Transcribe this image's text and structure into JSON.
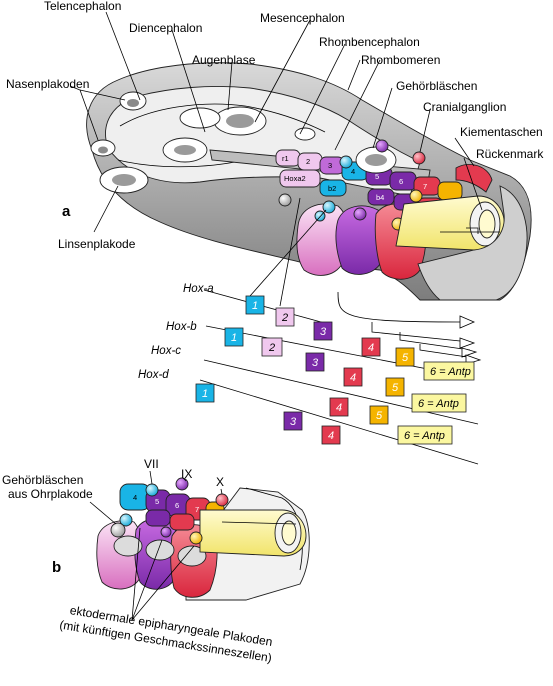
{
  "labels": {
    "telencephalon": "Telencephalon",
    "diencephalon": "Diencephalon",
    "mesencephalon": "Mesencephalon",
    "rhombencephalon": "Rhombencephalon",
    "augenblase": "Augenblase",
    "rhombomeren": "Rhombomeren",
    "nasenplakoden": "Nasenplakoden",
    "gehoerblaeschen": "Gehörbläschen",
    "cranialganglion": "Cranialganglion",
    "kiementaschen": "Kiementaschen",
    "rueckenmark": "Rückenmark",
    "linsenplakode": "Linsenplakode",
    "gehoer_ohr_1": "Gehörbläschen",
    "gehoer_ohr_2": "aus Ohrplakode",
    "ekto_1": "ektodermale epipharyngeale Plakoden",
    "ekto_2": "(mit künftigen Geschmackssinneszellen)",
    "nerve_vii": "VII",
    "nerve_ix": "IX",
    "nerve_x": "X",
    "hoxa2": "Hoxa2"
  },
  "panels": {
    "a": "a",
    "b": "b"
  },
  "rhombomere_labels": [
    "r1",
    "2",
    "3",
    "4",
    "5",
    "6",
    "7",
    "b2",
    "b4"
  ],
  "hox": {
    "rows": [
      {
        "name": "Hox-a",
        "boxes": [
          {
            "text": "1",
            "color": "#19b4e6"
          },
          {
            "text": "2",
            "color": "#f0c8ee"
          }
        ]
      },
      {
        "name": "Hox-b",
        "boxes": [
          {
            "text": "1",
            "color": "#19b4e6"
          },
          {
            "text": "2",
            "color": "#f0c8ee"
          },
          {
            "text": "3",
            "color": "#7a2aa8"
          },
          {
            "text": "4",
            "color": "#e33a4f"
          },
          {
            "text": "5",
            "color": "#f5b400"
          },
          {
            "text": "6 = Antp",
            "color": "#fbf7a0"
          }
        ]
      },
      {
        "name": "Hox-c",
        "boxes": [
          {
            "text": "3",
            "color": "#7a2aa8"
          },
          {
            "text": "4",
            "color": "#e33a4f"
          },
          {
            "text": "5",
            "color": "#f5b400"
          },
          {
            "text": "6 = Antp",
            "color": "#fbf7a0"
          }
        ]
      },
      {
        "name": "Hox-d",
        "boxes": [
          {
            "text": "1",
            "color": "#19b4e6"
          },
          {
            "text": "3",
            "color": "#7a2aa8"
          },
          {
            "text": "4",
            "color": "#e33a4f"
          },
          {
            "text": "5",
            "color": "#f5b400"
          },
          {
            "text": "6 = Antp",
            "color": "#fbf7a0"
          }
        ]
      }
    ]
  },
  "colors": {
    "hox1": "#19b4e6",
    "hox2": "#f0c8ee",
    "hox3": "#7a2aa8",
    "hox4": "#e33a4f",
    "hox5": "#f5b400",
    "hox6": "#fbf7a0",
    "tissue_grey": "#9a9a9a",
    "tissue_light": "#e6e6e6"
  }
}
